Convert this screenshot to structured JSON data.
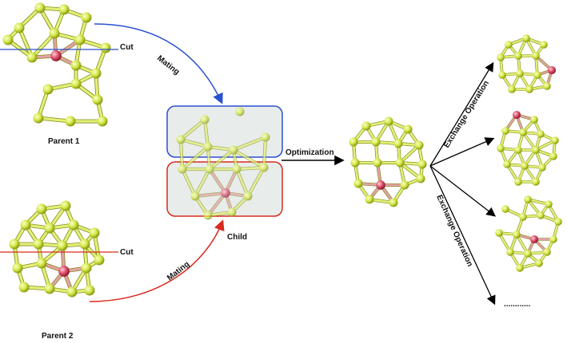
{
  "labels": {
    "parent1": "Parent 1",
    "parent2": "Parent 2",
    "cut1": "Cut",
    "cut2": "Cut",
    "mating1": "Mating",
    "mating2": "Mating",
    "child": "Child",
    "optimization": "Optimization",
    "exchange_top": "Exchange Operation",
    "exchange_bottom": "Exchange Operation",
    "ellipsis": "............"
  },
  "colors": {
    "atom": "#d4e84a",
    "atom_edge": "#8a9a10",
    "bond": "#dce96a",
    "dopant": "#e0506a",
    "blue": "#2a4fd0",
    "red": "#d82a1e",
    "child_panel": "#e8ecea"
  }
}
